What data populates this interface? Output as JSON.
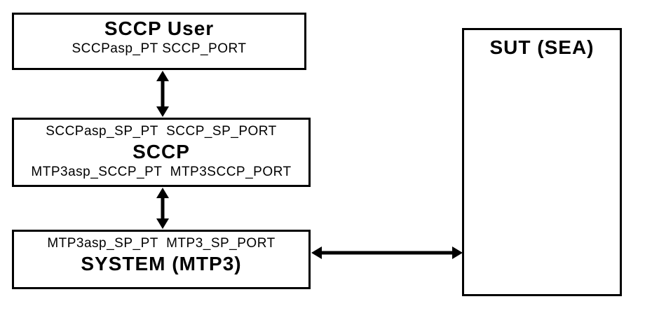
{
  "diagram": {
    "colors": {
      "line": "#000000",
      "background": "#ffffff",
      "text": "#000000"
    },
    "sccp_user_box": {
      "title": "SCCP User",
      "ports": "SCCPasp_PT SCCP_PORT"
    },
    "sccp_box": {
      "upper_ports": "SCCPasp_SP_PT  SCCP_SP_PORT",
      "title": "SCCP",
      "lower_ports": "MTP3asp_SCCP_PT  MTP3SCCP_PORT"
    },
    "system_mtp3_box": {
      "upper_ports": "MTP3asp_SP_PT  MTP3_SP_PORT",
      "title": "SYSTEM (MTP3)"
    },
    "sut_box": {
      "title": "SUT (SEA)"
    }
  }
}
